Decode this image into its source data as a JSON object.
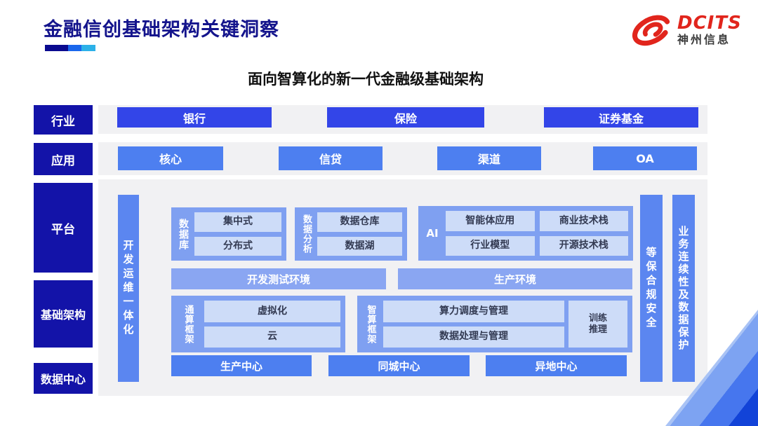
{
  "header": {
    "title": "金融信创基础架构关键洞察",
    "brand": "DCITS",
    "company": "神州信息"
  },
  "subtitle": "面向智算化的新一代金融级基础架构",
  "sidebar": {
    "items": [
      {
        "label": "行业"
      },
      {
        "label": "应用"
      },
      {
        "label": "平台"
      },
      {
        "label": "基础架构"
      },
      {
        "label": "数据中心"
      }
    ]
  },
  "industries": {
    "items": [
      "银行",
      "保险",
      "证券基金"
    ]
  },
  "applications": {
    "items": [
      "核心",
      "信贷",
      "渠道",
      "OA"
    ]
  },
  "platform": {
    "devops_bar": "开发运维一体化",
    "security_bar": "等保合规安全",
    "continuity_bar": "业务连续性及数据保护",
    "database": {
      "label": "数据库",
      "items": [
        "集中式",
        "分布式"
      ]
    },
    "analytics": {
      "label": "数据分析",
      "items": [
        "数据仓库",
        "数据湖"
      ]
    },
    "ai": {
      "label": "AI",
      "items": [
        "智能体应用",
        "商业技术栈",
        "行业模型",
        "开源技术栈"
      ]
    },
    "environments": [
      "开发测试环境",
      "生产环境"
    ],
    "general_framework": {
      "label": "通算框架",
      "items": [
        "虚拟化",
        "云"
      ]
    },
    "intelligent_framework": {
      "label": "智算框架",
      "items": [
        "算力调度与管理",
        "数据处理与管理"
      ],
      "side_item_lines": [
        "训练",
        "推理"
      ]
    },
    "datacenters": [
      "生产中心",
      "同城中心",
      "异地中心"
    ]
  },
  "colors": {
    "navy": "#1313a8",
    "royal_blue": "#3345e8",
    "blue": "#4d7ff0",
    "bar_blue": "#5b86f0",
    "group_blue": "#7fa0f1",
    "light_box_blue": "#cddcf8",
    "brand_red": "#e1251c",
    "panel_gray": "#f1f1f3",
    "title_navy": "#14148c"
  }
}
